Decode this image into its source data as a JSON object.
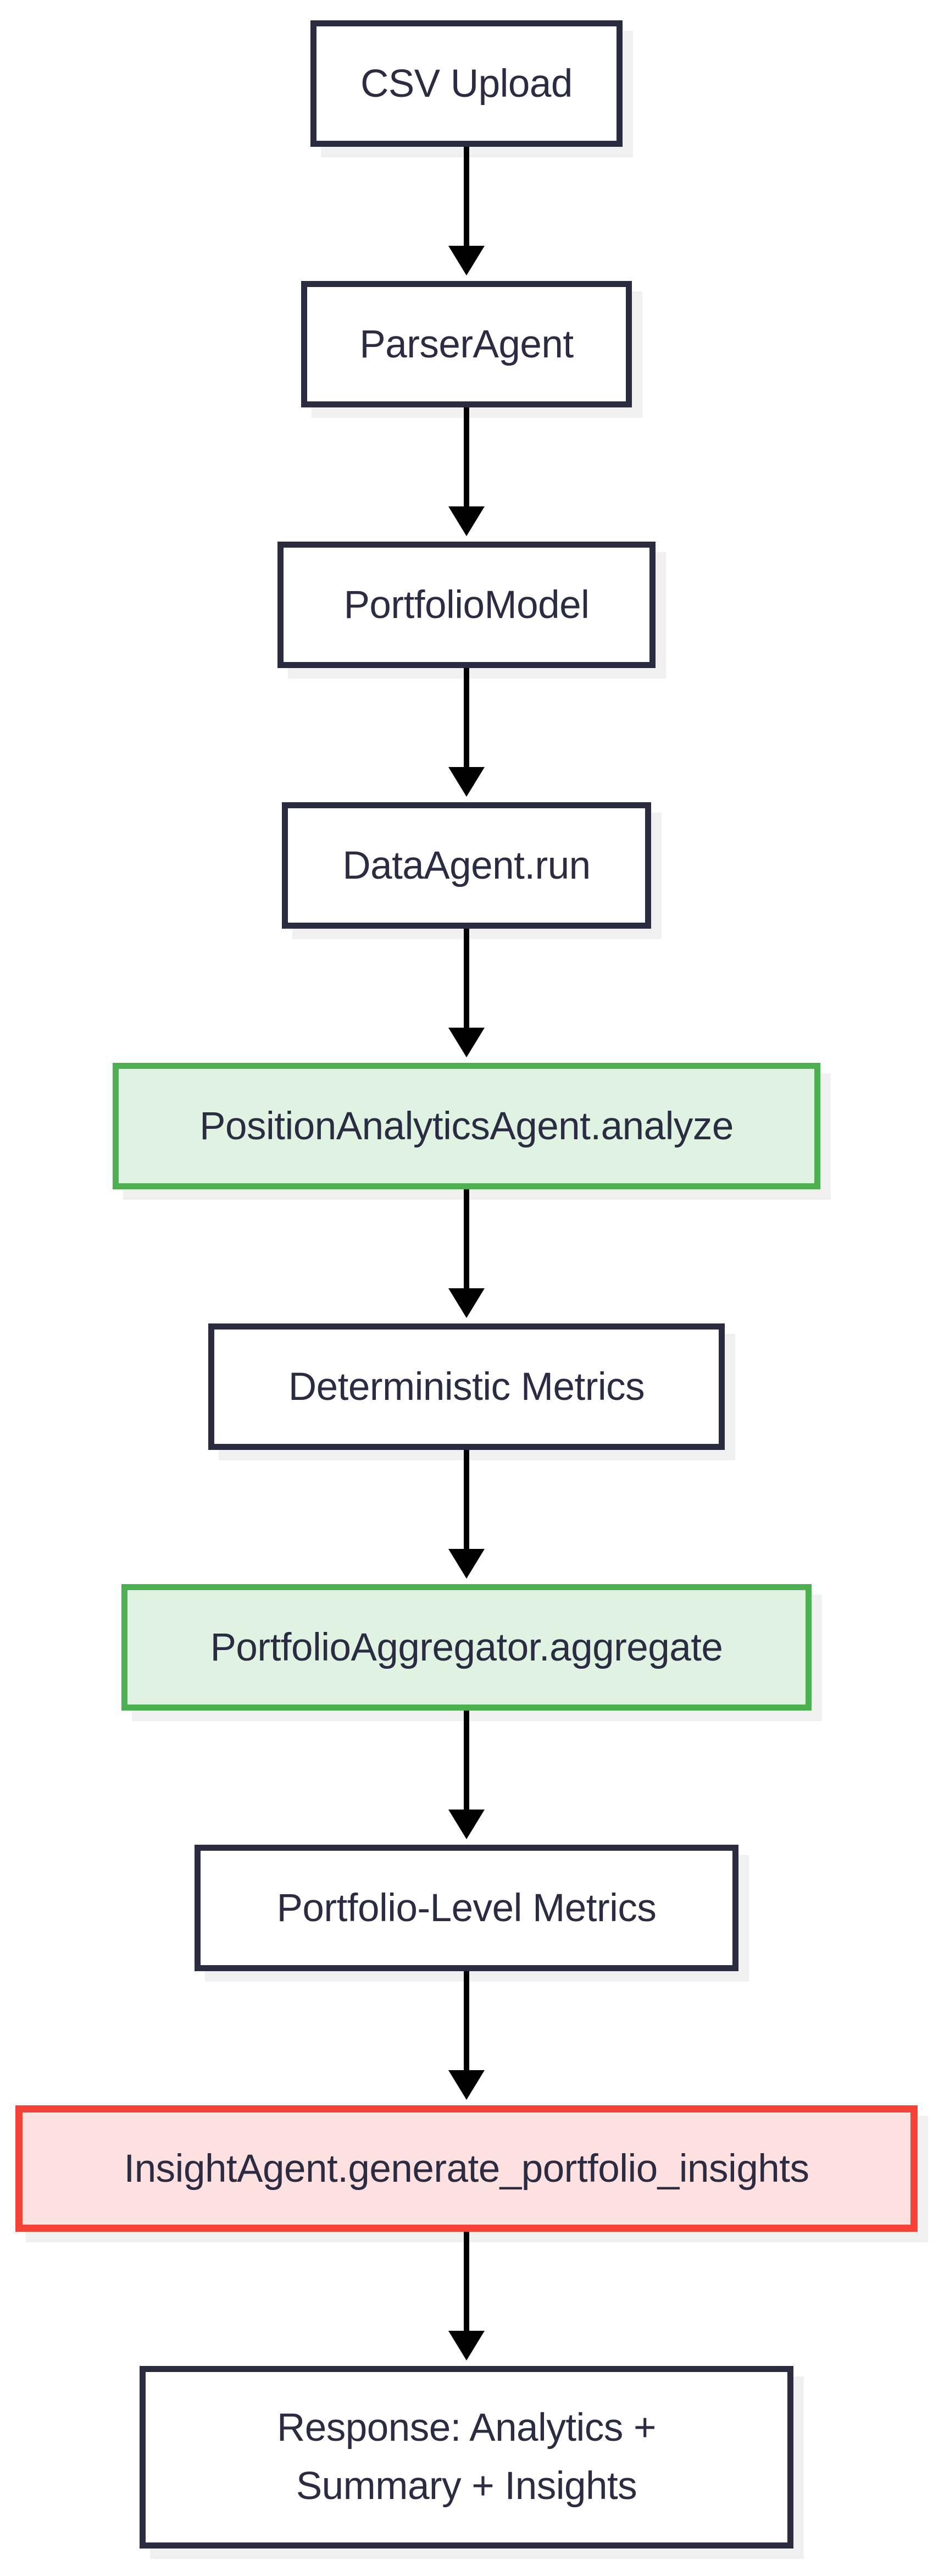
{
  "diagram": {
    "type": "flowchart",
    "direction": "top-down",
    "background": "#ffffff",
    "nodes": [
      {
        "id": "csv_upload",
        "label": "CSV Upload",
        "style": "default"
      },
      {
        "id": "parser_agent",
        "label": "ParserAgent",
        "style": "default"
      },
      {
        "id": "portfolio_model",
        "label": "PortfolioModel",
        "style": "default"
      },
      {
        "id": "data_agent_run",
        "label": "DataAgent.run",
        "style": "default"
      },
      {
        "id": "position_analytics_agent_analyze",
        "label": "PositionAnalyticsAgent.analyze",
        "style": "green-highlight"
      },
      {
        "id": "deterministic_metrics",
        "label": "Deterministic Metrics",
        "style": "default"
      },
      {
        "id": "portfolio_aggregator_aggregate",
        "label": "PortfolioAggregator.aggregate",
        "style": "green-highlight"
      },
      {
        "id": "portfolio_level_metrics",
        "label": "Portfolio-Level Metrics",
        "style": "default"
      },
      {
        "id": "insight_agent_generate_portfolio_insights",
        "label": "InsightAgent.generate_portfolio_insights",
        "style": "red-highlight"
      },
      {
        "id": "response",
        "label_lines": {
          "0": "Response: Analytics +",
          "1": "Summary + Insights"
        },
        "style": "default"
      }
    ],
    "edges": [
      {
        "from": "csv_upload",
        "to": "parser_agent"
      },
      {
        "from": "parser_agent",
        "to": "portfolio_model"
      },
      {
        "from": "portfolio_model",
        "to": "data_agent_run"
      },
      {
        "from": "data_agent_run",
        "to": "position_analytics_agent_analyze"
      },
      {
        "from": "position_analytics_agent_analyze",
        "to": "deterministic_metrics"
      },
      {
        "from": "deterministic_metrics",
        "to": "portfolio_aggregator_aggregate"
      },
      {
        "from": "portfolio_aggregator_aggregate",
        "to": "portfolio_level_metrics"
      },
      {
        "from": "portfolio_level_metrics",
        "to": "insight_agent_generate_portfolio_insights"
      },
      {
        "from": "insight_agent_generate_portfolio_insights",
        "to": "response"
      }
    ],
    "colors": {
      "node_border": "#2b2b40",
      "node_fill": "#ffffff",
      "node_text": "#2b2b42",
      "green_border": "#4caf50",
      "green_fill": "#e0f2e1",
      "red_border": "#f44336",
      "red_fill": "#fde0e0",
      "arrow": "#000000",
      "shadow": "#f0f0f0",
      "background": "#ffffff"
    }
  }
}
